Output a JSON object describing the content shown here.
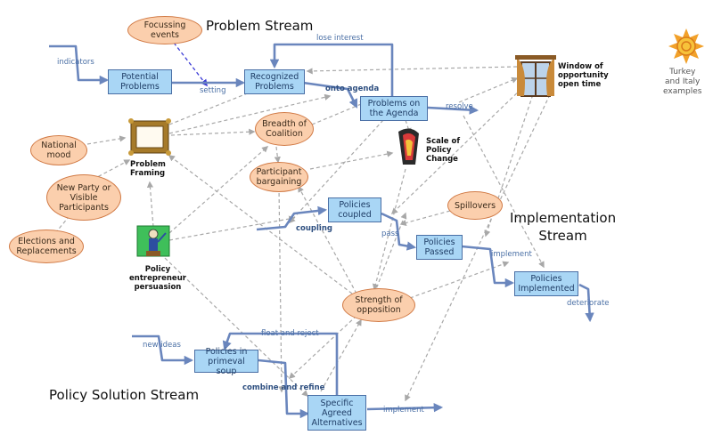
{
  "streams": {
    "problem": "Problem Stream",
    "implementation_line1": "Implementation",
    "implementation_line2": "Stream",
    "policy": "Policy Solution Stream"
  },
  "boxes": {
    "potential_problems": "Potential Problems",
    "recognized_problems": "Recognized Problems",
    "problems_on_agenda": "Problems on the Agenda",
    "policies_coupled": "Policies coupled",
    "policies_passed": "Policies Passed",
    "policies_implemented": "Policies Implemented",
    "policies_primeval": "Policies in primeval soup",
    "specific_alternatives": "Specific Agreed Alternatives"
  },
  "ovals": {
    "focussing_events": "Focussing events",
    "national_mood": "National mood",
    "new_party": "New Party or Visible Participants",
    "elections": "Elections and Replacements",
    "breadth_coalition": "Breadth of Coalition",
    "participant_bargaining": "Participant bargaining",
    "spillovers": "Spillovers",
    "strength_opposition": "Strength of opposition"
  },
  "flow_labels": {
    "indicators": "indicators",
    "setting": "setting",
    "lose_interest": "lose interest",
    "onto_agenda": "onto agenda",
    "resolve": "resolve",
    "coupling": "coupling",
    "pass": "pass",
    "implement_top": "implement",
    "deteriorate": "deteriorate",
    "new_ideas": "new ideas",
    "float_reject": "float and reject",
    "combine_refine": "combine and refine",
    "implement_bottom": "implement"
  },
  "captions": {
    "window_line1": "Window of",
    "window_line2": "opportunity",
    "window_line3": "open time",
    "scale_line1": "Scale of",
    "scale_line2": "Policy",
    "scale_line3": "Change",
    "framing_line1": "Problem",
    "framing_line2": "Framing",
    "entrepreneur_line1": "Policy",
    "entrepreneur_line2": "entrepreneur",
    "entrepreneur_line3": "persuasion"
  },
  "sidebar": {
    "line1": "Turkey",
    "line2": "and Italy",
    "line3": "examples"
  },
  "icons": [
    "picture-frame-icon",
    "window-icon",
    "tornado-scale-icon",
    "entrepreneur-icon",
    "sun-icon"
  ],
  "colors": {
    "box_fill": "#a9d6f5",
    "box_border": "#4a6fa5",
    "oval_fill": "#fbcfad",
    "oval_border": "#d17a45",
    "flow": "#6a86bd",
    "influence": "#a8a8a8",
    "focus_arrow": "#3b3bd6"
  }
}
